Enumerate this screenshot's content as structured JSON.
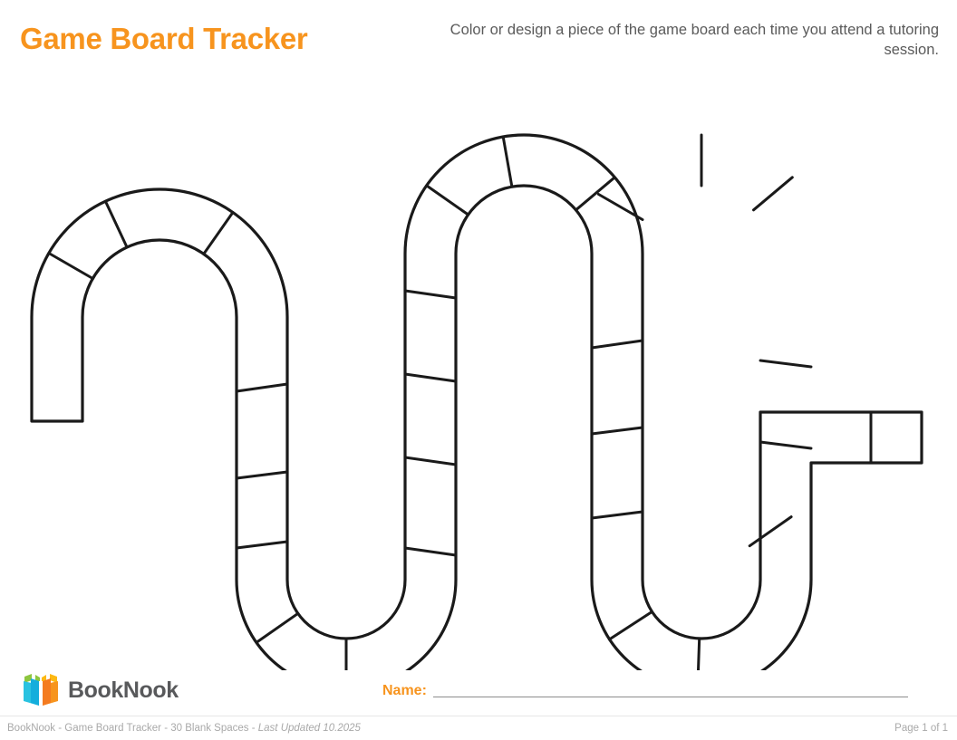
{
  "header": {
    "title": "Game Board Tracker",
    "subtitle": "Color or design a piece of the game board each time you attend a tutoring session.",
    "title_color": "#F7941E"
  },
  "board": {
    "label": "game-board-path",
    "blank_spaces": 30,
    "stroke_color": "#1a1a1a",
    "fill_color": "#ffffff",
    "stroke_width": 3.2
  },
  "footer": {
    "brand_name": "BookNook",
    "brand_mark": "open-book-logo",
    "brand_colors": {
      "left_page": "#29C2E0",
      "left_page_dark": "#14AEDC",
      "right_page": "#F7941E",
      "right_page_dark": "#F47B20",
      "accent_green": "#8DC63F",
      "accent_yellow": "#FDB913",
      "wordmark": "#58595B"
    },
    "name_label": "Name:",
    "name_value": "",
    "name_color": "#F7941E",
    "credit_static": "BookNook - Game Board Tracker - 30 Blank Spaces - ",
    "credit_italic": "Last Updated 10.2025",
    "page_indicator": "Page 1 of 1"
  }
}
